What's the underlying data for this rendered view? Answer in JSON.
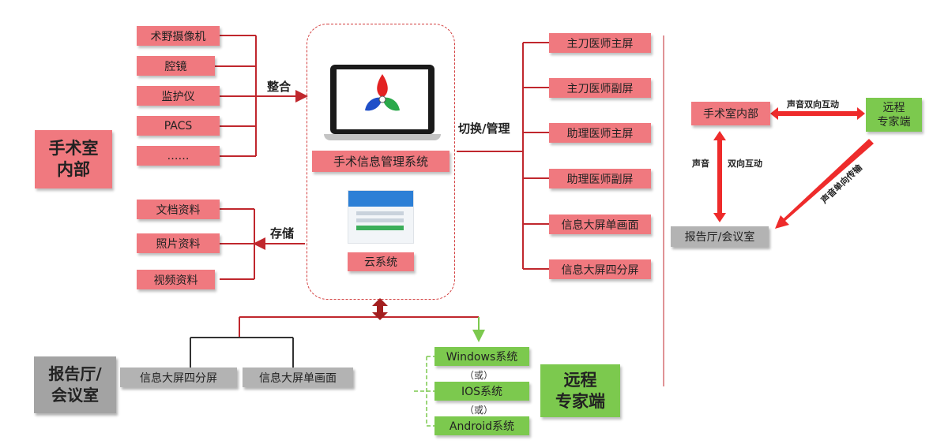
{
  "left_group": {
    "title_line1": "手术室",
    "title_line2": "内部",
    "sources": [
      "术野摄像机",
      "腔镜",
      "监护仪",
      "PACS",
      "……"
    ],
    "storage": [
      "文档资料",
      "照片资料",
      "视频资料"
    ],
    "integrate_label": "整合",
    "store_label": "存储"
  },
  "hub": {
    "system_label": "手术信息管理系统",
    "cloud_label": "云系统"
  },
  "switch_label": "切换/管理",
  "screens": [
    "主刀医师主屏",
    "主刀医师副屏",
    "助理医师主屏",
    "助理医师副屏",
    "信息大屏单画面",
    "信息大屏四分屏"
  ],
  "bottom_left": {
    "title_line1": "报告厅/",
    "title_line2": "会议室",
    "screens": [
      "信息大屏四分屏",
      "信息大屏单画面"
    ]
  },
  "bottom_right": {
    "title_line1": "远程",
    "title_line2": "专家端",
    "systems": [
      "Windows系统",
      "IOS系统",
      "Android系统"
    ],
    "or_label": "（或）"
  },
  "right_diagram": {
    "or_room": "手术室内部",
    "expert_line1": "远程",
    "expert_line2": "专家端",
    "hall": "报告厅/会议室",
    "arrow_top": "声音双向互动",
    "arrow_left_1": "声音",
    "arrow_left_2": "双向互动",
    "arrow_diag": "声音单向传输"
  },
  "colors": {
    "pink": "#f0797f",
    "gray": "#b3b3b3",
    "green": "#7cc94e",
    "line_red": "#c0272d",
    "line_dark": "#333333",
    "arrow_red": "#ee2b2b"
  }
}
